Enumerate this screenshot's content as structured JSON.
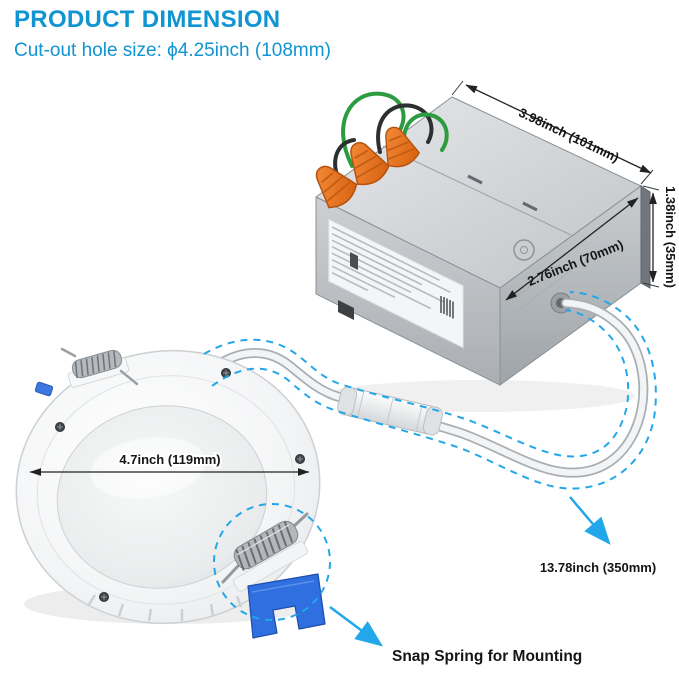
{
  "header": {
    "title": "PRODUCT DIMENSION",
    "subtitle": "Cut-out hole size: ϕ4.25inch (108mm)"
  },
  "dimensions": {
    "box_length": "3.98inch (101mm)",
    "box_height": "1.38inch (35mm)",
    "box_depth": "2.76inch (70mm)",
    "light_diameter": "4.7inch (119mm)",
    "cable_length": "13.78inch (350mm)"
  },
  "callouts": {
    "snap_spring": "Snap Spring for Mounting"
  },
  "colors": {
    "accent_blue": "#1095d2",
    "highlight_blue": "#22a7ea",
    "wire_nut_orange": "#e8731f",
    "clip_blue": "#2f6fe0"
  }
}
